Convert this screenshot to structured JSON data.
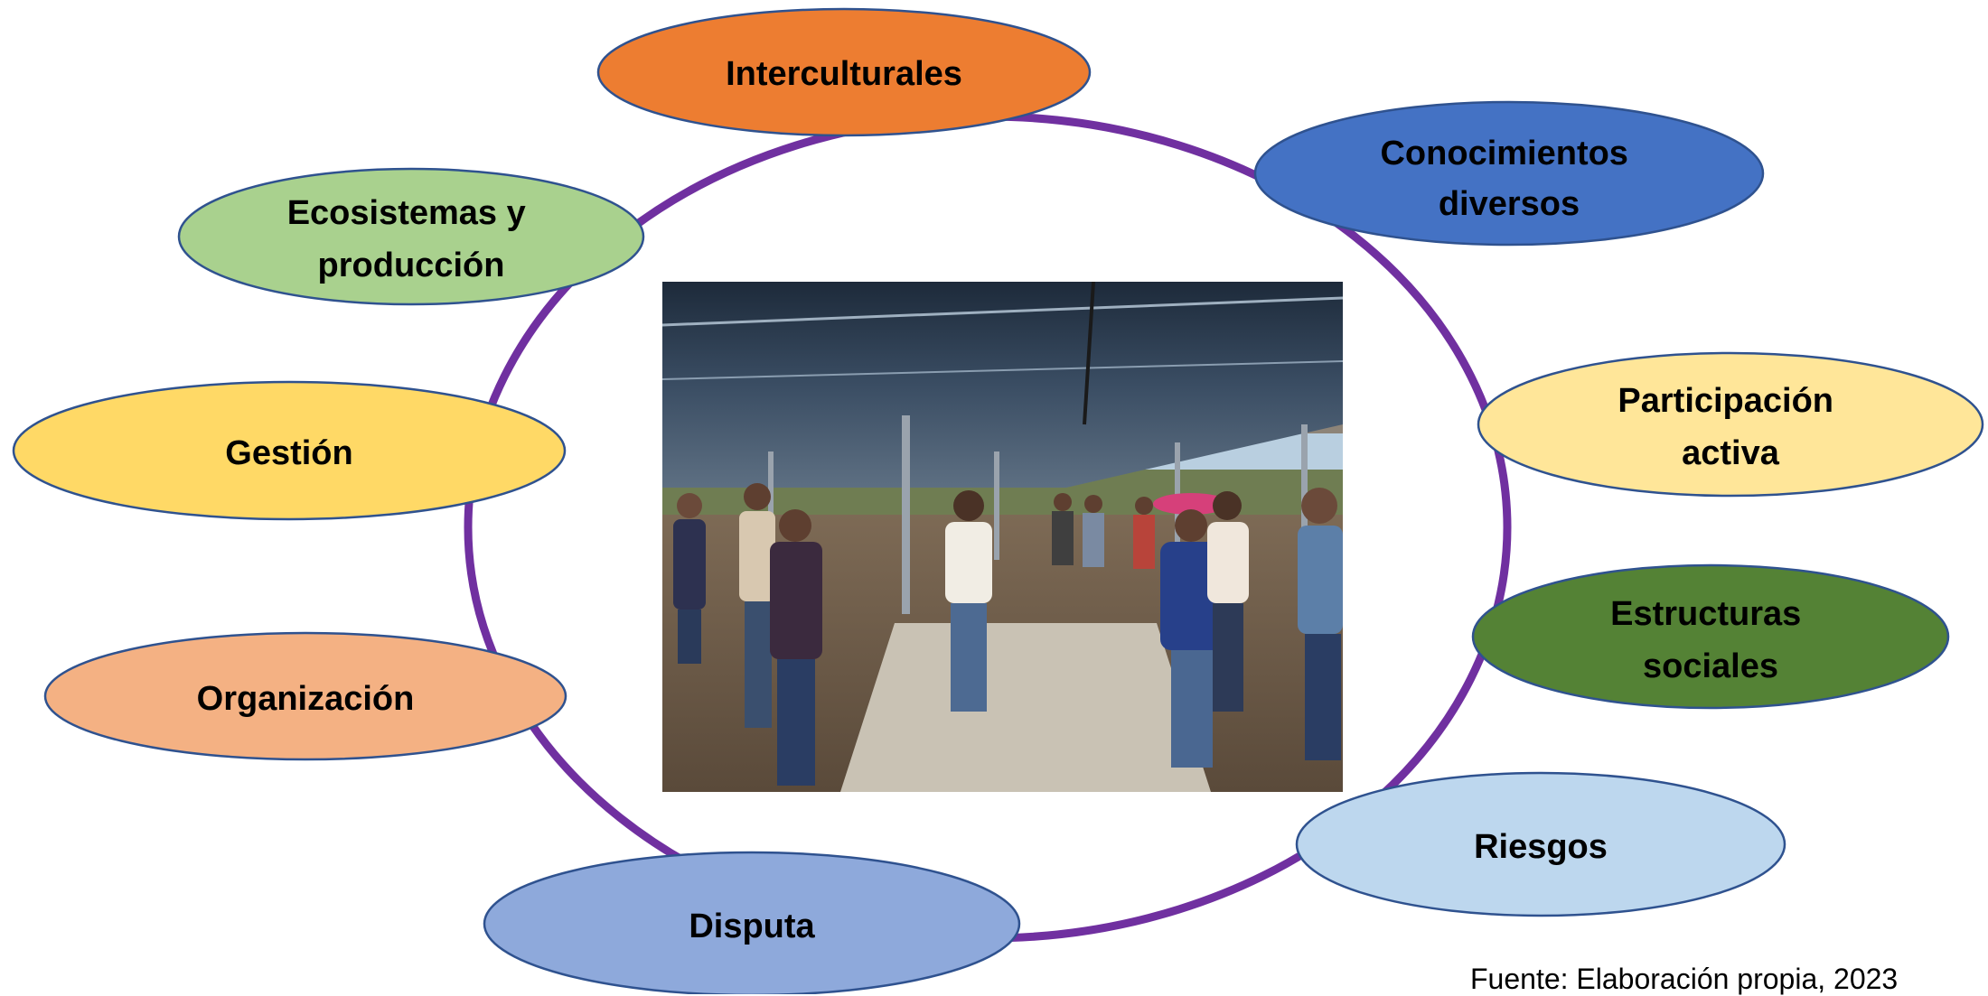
{
  "colors": {
    "cycle_ring": "#7030A0",
    "node_outline": "#2F528F"
  },
  "center_photo": {
    "description_icon": "photo-greenhouse-group"
  },
  "nodes": [
    {
      "id": "interculturales",
      "lines": [
        "Interculturales"
      ],
      "fill": "#ED7D31"
    },
    {
      "id": "conocimientos",
      "lines": [
        "Conocimientos",
        "diversos"
      ],
      "fill": "#4472C4"
    },
    {
      "id": "participacion",
      "lines": [
        "Participación",
        "activa"
      ],
      "fill": "#FFE699"
    },
    {
      "id": "estructuras",
      "lines": [
        "Estructuras",
        "sociales"
      ],
      "fill": "#548235"
    },
    {
      "id": "riesgos",
      "lines": [
        "Riesgos"
      ],
      "fill": "#BDD7EE"
    },
    {
      "id": "disputa",
      "lines": [
        "Disputa"
      ],
      "fill": "#8EA9DB"
    },
    {
      "id": "organizacion",
      "lines": [
        "Organización"
      ],
      "fill": "#F4B183"
    },
    {
      "id": "gestion",
      "lines": [
        "Gestión"
      ],
      "fill": "#FFD966"
    },
    {
      "id": "ecosistemas",
      "lines": [
        "Ecosistemas y",
        "producción"
      ],
      "fill": "#A9D18E"
    }
  ],
  "source": "Fuente: Elaboración propia, 2023"
}
